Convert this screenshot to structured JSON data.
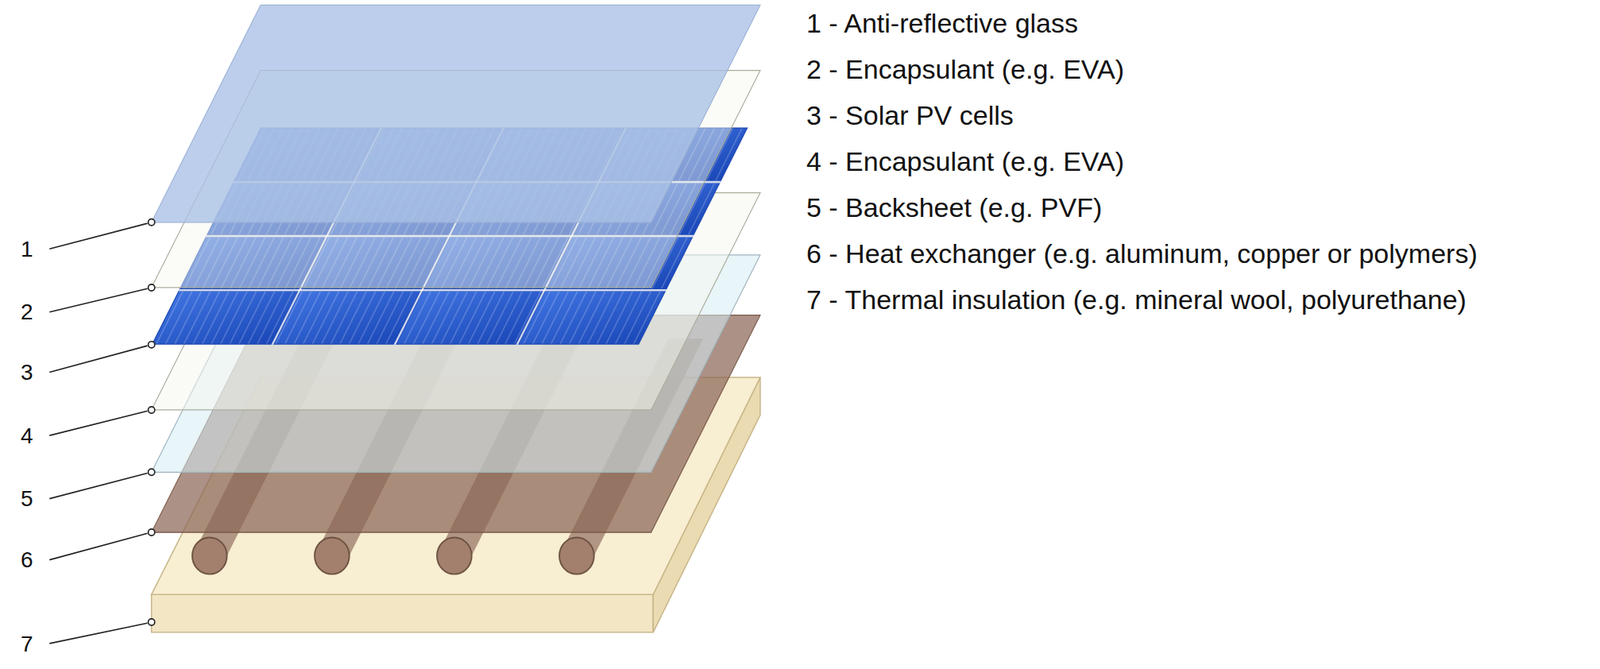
{
  "diagram": {
    "labels": [
      "1",
      "2",
      "3",
      "4",
      "5",
      "6",
      "7",
      "1 - Anti-reflective glass",
      "2 - Encapsulant (e.g. EVA)",
      "3 - Solar PV cells",
      "4 - Encapsulant (e.g. EVA)",
      "5 - Backsheet (e.g. PVF)",
      "6 - Heat exchanger (e.g. aluminum, copper or polymers)",
      "7 - Thermal insulation (e.g. mineral wool, polyurethane)"
    ]
  }
}
